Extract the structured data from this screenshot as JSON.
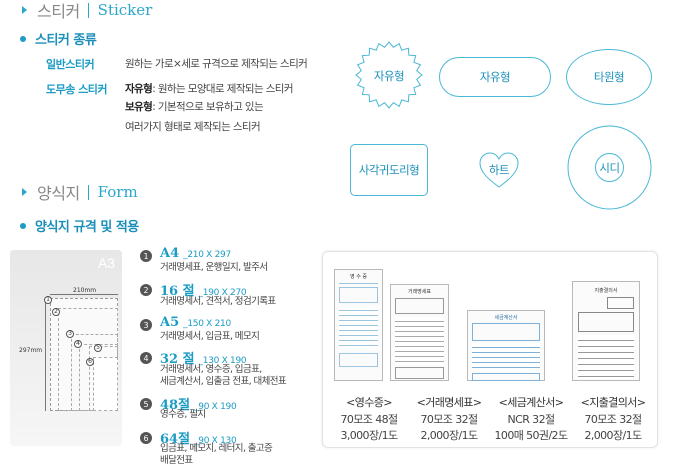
{
  "sticker_section": {
    "title_ko": "스티커",
    "title_en": "Sticker",
    "subtitle": "스티커 종류",
    "general": {
      "label": "일반스티커",
      "desc": "원하는 가로×세로 규격으로 제작되는 스티커"
    },
    "domusong": {
      "label": "도무송 스티커",
      "free_term": "자유형",
      "free_desc": ": 원하는 모양대로 제작되는 스티커",
      "owned_term": "보유형",
      "owned_desc": ": 기본적으로 보유하고 있는",
      "owned_desc2": "여러가지 형태로 제작되는 스티커"
    },
    "shapes": {
      "free_burst": "자유형",
      "free_pill": "자유형",
      "oval": "타원형",
      "rounded_rect": "사각귀도리형",
      "heart": "하트",
      "cd": "시디"
    }
  },
  "form_section": {
    "title_ko": "양식지",
    "title_en": "Form",
    "subtitle": "양식지 규격 및 적용",
    "diagram": {
      "a3": "A3",
      "width": "210mm",
      "height": "297mm",
      "nums": [
        "1",
        "2",
        "3",
        "4",
        "5",
        "6"
      ]
    },
    "sizes": [
      {
        "num": "1",
        "name": "A4",
        "dim": "210 X 297",
        "uses": [
          "거래명세표, 운행일지, 발주서"
        ]
      },
      {
        "num": "2",
        "name": "16 절",
        "dim": "190 X 270",
        "uses": [
          "거래명세서, 견적서, 정검기록표"
        ]
      },
      {
        "num": "3",
        "name": "A5",
        "dim": "150 X 210",
        "uses": [
          "거래명세서, 입금표, 메모지"
        ]
      },
      {
        "num": "4",
        "name": "32 절",
        "dim": "130 X 190",
        "uses": [
          "거래명세서, 영수증, 입금표,",
          "세금계산서, 입출금 전표, 대체전표"
        ]
      },
      {
        "num": "5",
        "name": "48절",
        "dim": "90 X 190",
        "uses": [
          "영수증, 필지"
        ]
      },
      {
        "num": "6",
        "name": "64절",
        "dim": "90 X 130",
        "uses": [
          "입금표, 메모지, 레터지, 출고증",
          "배달전표"
        ]
      }
    ],
    "forms": [
      {
        "caption": "<영수증>",
        "spec1": "70모조 48절",
        "spec2": "3,000장/1도"
      },
      {
        "caption": "<거래명세표>",
        "spec1": "70모조 32절",
        "spec2": "2,000장/1도"
      },
      {
        "caption": "<세금계산서>",
        "spec1": "NCR 32절",
        "spec2": "100매 50권/2도"
      },
      {
        "caption": "<지출결의서>",
        "spec1": "70모조 32절",
        "spec2": "2,000장/1도"
      }
    ],
    "form_titles": [
      "영 수 증",
      "거래명세표",
      "세금계산서",
      "지출결의서"
    ]
  },
  "colors": {
    "accent": "#1b9cc4",
    "shape_stroke": "#4ab8d6"
  }
}
